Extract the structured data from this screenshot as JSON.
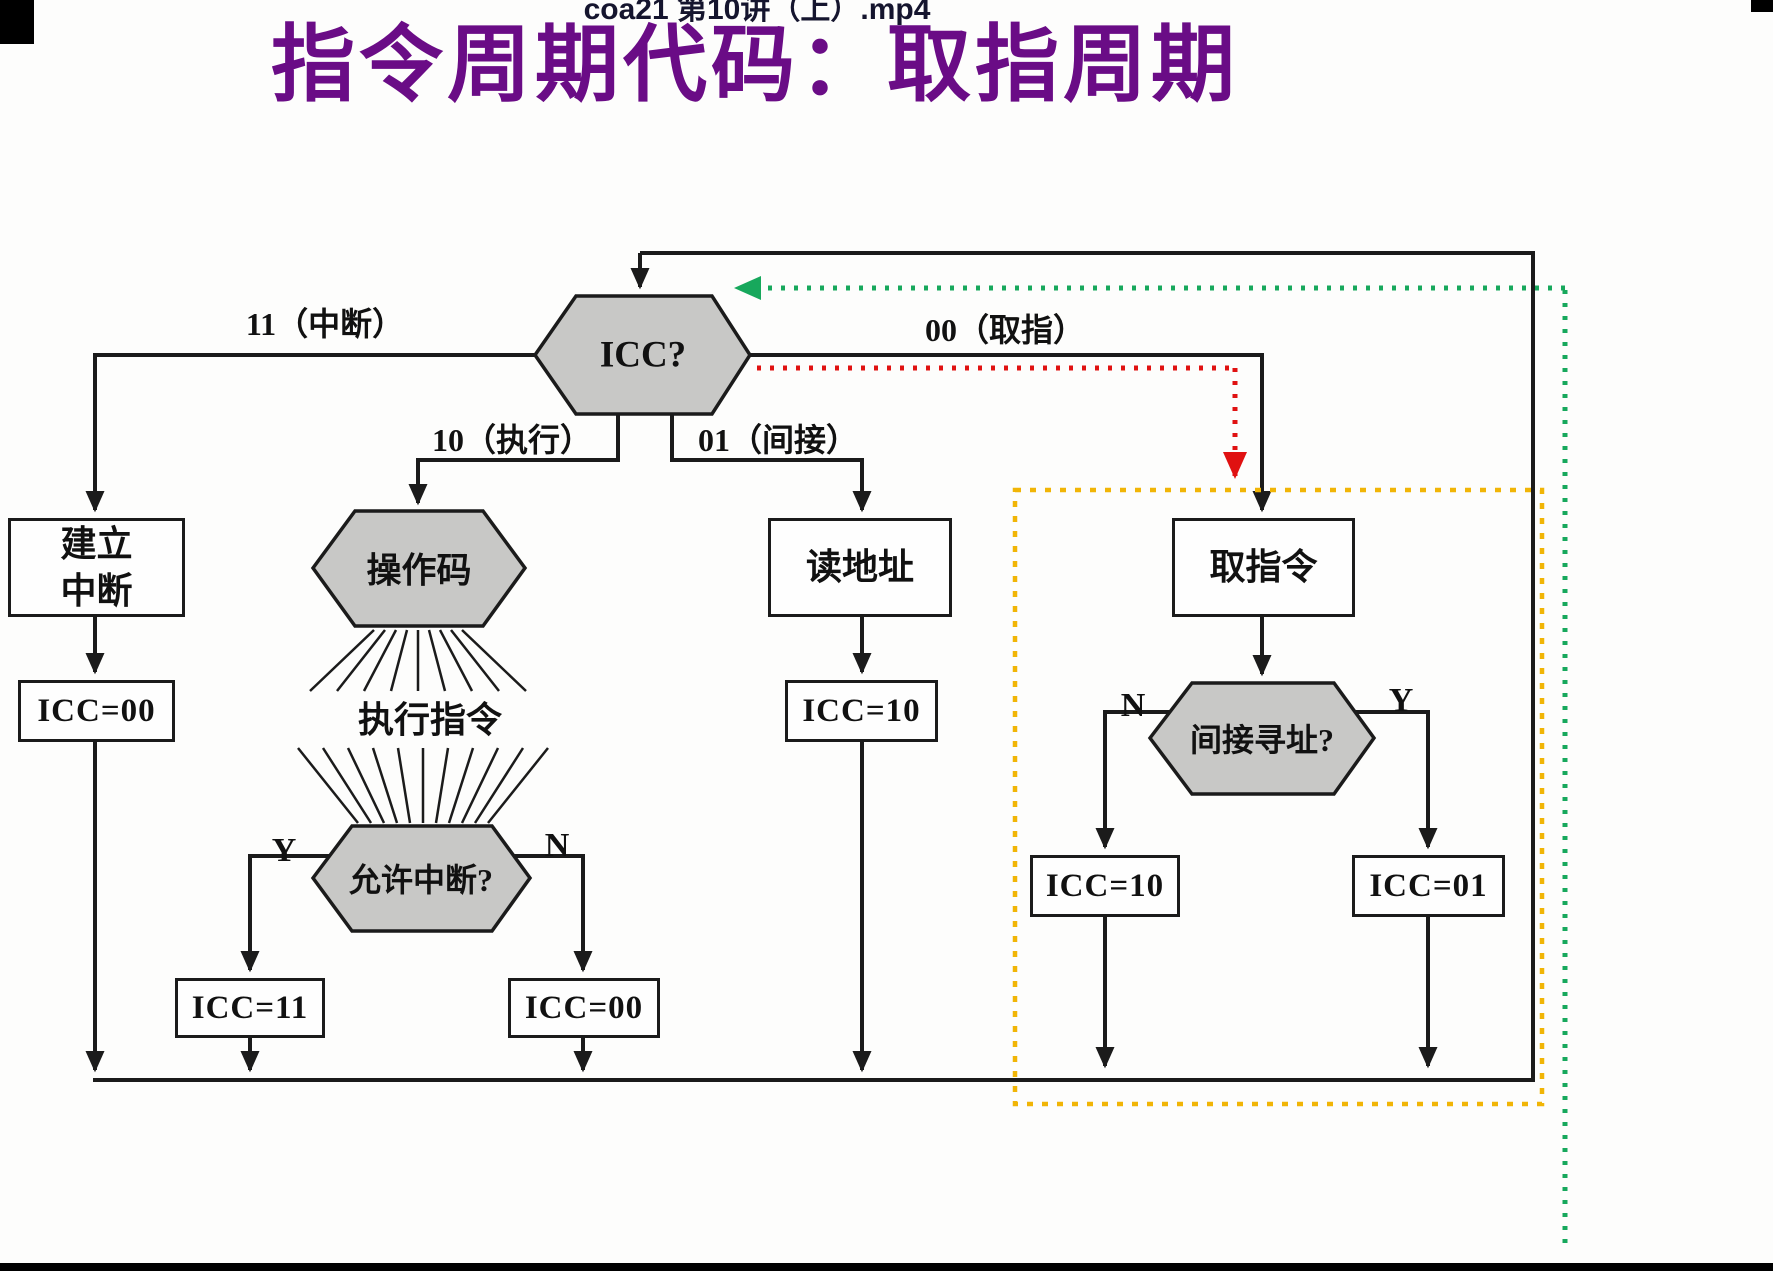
{
  "video_overlay": {
    "filename": "coa21 第10讲（上）.mp4"
  },
  "slide_title": "指令周期代码：取指周期",
  "flowchart": {
    "root_decision": "ICC?",
    "edge_labels": {
      "interrupt": "11（中断）",
      "execute": "10（执行）",
      "indirect": "01（间接）",
      "fetch": "00（取指）"
    },
    "interrupt_branch": {
      "setup_box_line1": "建立",
      "setup_box_line2": "中断",
      "icc_value": "ICC=00"
    },
    "execute_branch": {
      "opcode_label": "操作码",
      "execute_label": "执行指令",
      "decision_label": "允许中断?",
      "yes_label": "Y",
      "no_label": "N",
      "icc_yes": "ICC=11",
      "icc_no": "ICC=00"
    },
    "indirect_branch": {
      "read_address_label": "读地址",
      "icc_value": "ICC=10"
    },
    "fetch_branch": {
      "fetch_box_label": "取指令",
      "decision_label": "间接寻址?",
      "no_label": "N",
      "yes_label": "Y",
      "icc_no": "ICC=10",
      "icc_yes": "ICC=01"
    },
    "colors": {
      "title_text": "#6a0c86",
      "solid_line": "#1b1b1b",
      "hexagon_fill": "#c8c8c6",
      "green_dotted": "#17a85c",
      "red_dotted": "#e01111",
      "yellow_dotted": "#f1b506"
    }
  }
}
